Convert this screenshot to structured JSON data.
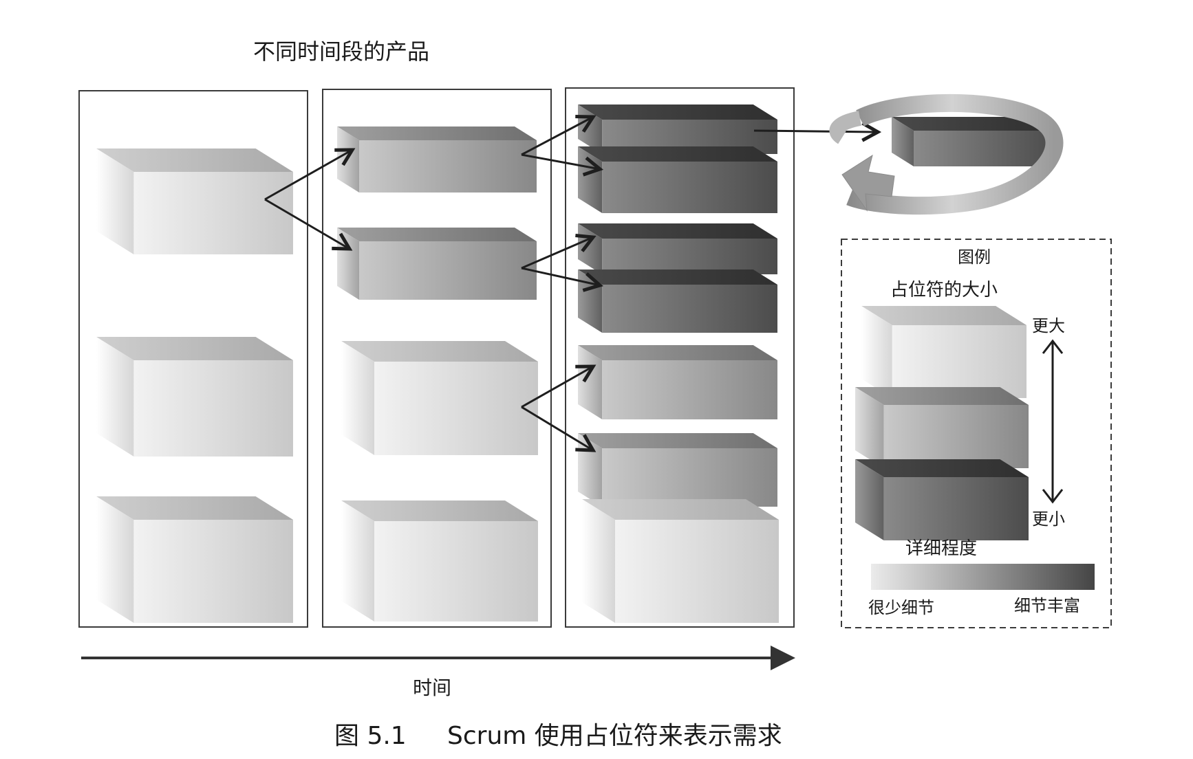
{
  "diagram": {
    "title": "不同时间段的产品",
    "time_axis_label": "时间",
    "caption_number": "图 5.1",
    "caption_text": "Scrum 使用占位符来表示需求"
  },
  "legend": {
    "title": "图例",
    "size_heading": "占位符的大小",
    "bigger_label": "更大",
    "smaller_label": "更小",
    "detail_heading": "详细程度",
    "less_detail_label": "很少细节",
    "more_detail_label": "细节丰富"
  },
  "colors": {
    "border": "#3a3a3a",
    "arrow": "#1e1e1e",
    "light_block": "#dcdcdc",
    "medium_block": "#9c9c9c",
    "dark_block": "#5c5c5c",
    "gradient_start": "#e6e6e6",
    "gradient_end": "#4a4a4a"
  }
}
